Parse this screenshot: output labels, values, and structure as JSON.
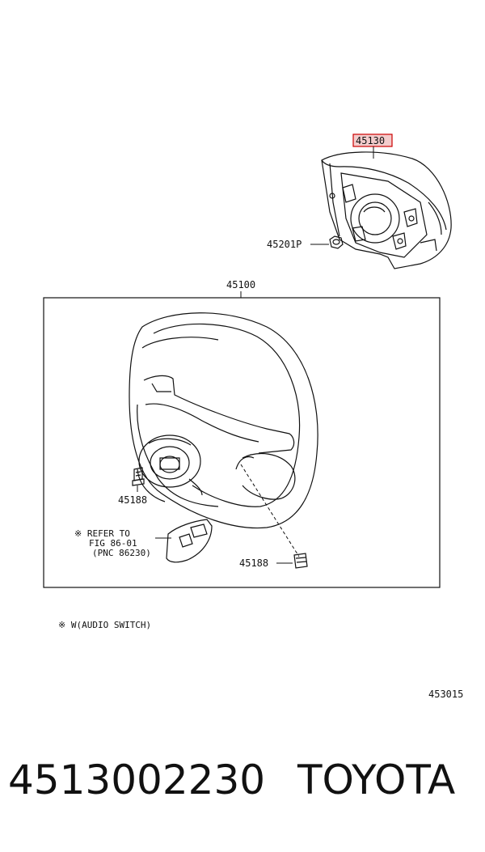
{
  "callouts": {
    "pad": "45130",
    "nut": "45201P",
    "wheel_assy": "45100",
    "bolt_left": "45188",
    "bolt_right": "45188"
  },
  "refer_note": {
    "line1": "※ REFER TO",
    "line2": "FIG 86-01",
    "line3": "(PNC 86230)"
  },
  "footnote": "※ W(AUDIO SWITCH)",
  "figure_number": "453015",
  "footer": {
    "part_number": "4513002230",
    "brand": "TOYOTA"
  },
  "colors": {
    "highlight": "#cc0000",
    "line": "#111111"
  }
}
